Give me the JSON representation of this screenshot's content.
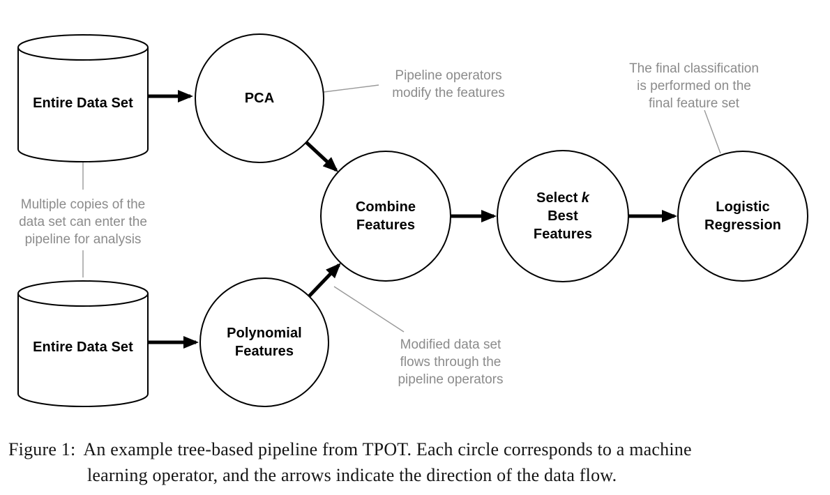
{
  "colors": {
    "background": "#ffffff",
    "node_fill": "#ffffff",
    "node_stroke": "#000000",
    "arrow": "#000000",
    "leader_line": "#999999",
    "annotation_text": "#8b8b8b",
    "caption_text": "#151515"
  },
  "nodes": {
    "dataset_top": {
      "label": "Entire Data Set"
    },
    "dataset_bottom": {
      "label": "Entire Data Set"
    },
    "pca": {
      "label": "PCA"
    },
    "polynomial_features": {
      "lines": [
        "Polynomial",
        "Features"
      ]
    },
    "combine_features": {
      "lines": [
        "Combine",
        "Features"
      ]
    },
    "select_k_best": {
      "line1_text": "Select",
      "line1_k": "k",
      "line2": "Best",
      "line3": "Features"
    },
    "logistic_regression": {
      "lines": [
        "Logistic",
        "Regression"
      ]
    }
  },
  "annotations": {
    "pipeline_operators": {
      "lines": [
        "Pipeline operators",
        "modify the features"
      ]
    },
    "final_classification": {
      "lines": [
        "The final classification",
        "is performed on the",
        "final feature set"
      ]
    },
    "multiple_copies": {
      "lines": [
        "Multiple copies of the",
        "data set can enter the",
        "pipeline for analysis"
      ]
    },
    "modified_data_set": {
      "lines": [
        "Modified data set",
        "flows through the",
        "pipeline operators"
      ]
    }
  },
  "caption": {
    "label": "Figure 1:",
    "line1": "An example tree-based pipeline from TPOT. Each circle corresponds to a machine",
    "line2": "learning operator, and the arrows indicate the direction of the data flow."
  }
}
